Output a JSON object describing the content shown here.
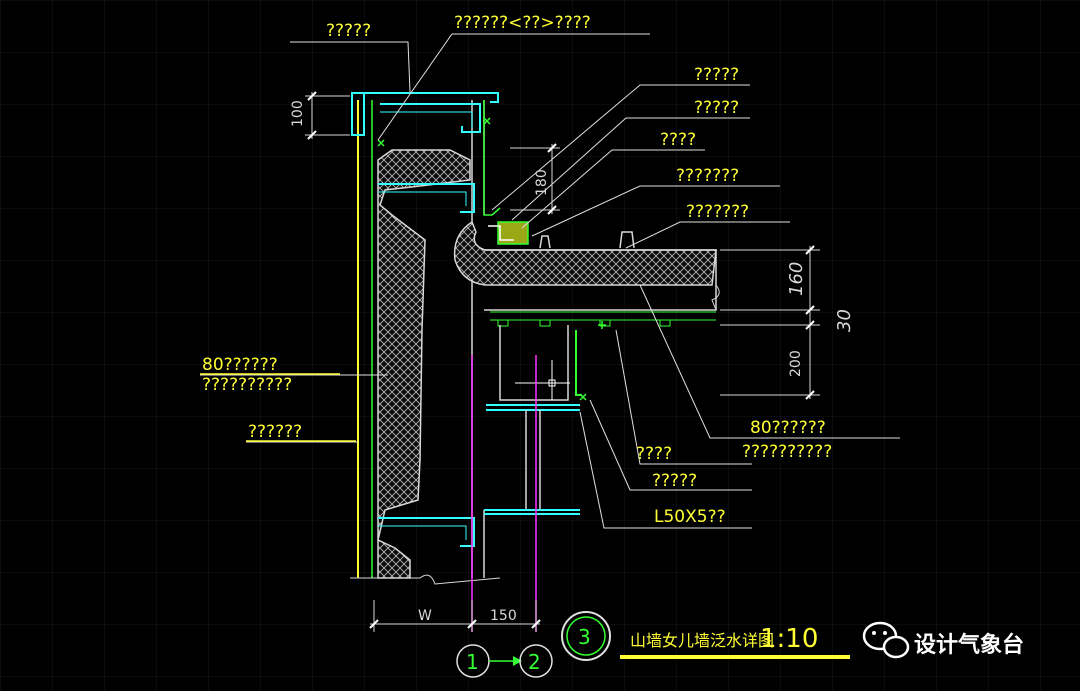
{
  "drawing": {
    "labels": {
      "top_left": "?????",
      "top_right": "??????<??>????",
      "r1": "?????",
      "r2": "?????",
      "r3": "????",
      "r4": "???????",
      "r5": "???????",
      "left1a": "80??????",
      "left1b": "??????????",
      "left2": "??????",
      "roof1a": "80??????",
      "roof1b": "??????????",
      "b1": "????",
      "b2": "?????",
      "angle": "L50X5??"
    },
    "dimensions": {
      "d100": "100",
      "d180": "180",
      "d160": "160",
      "d30": "30",
      "d200": "200",
      "dW": "W",
      "d150": "150"
    },
    "axes": {
      "a1": "1",
      "a2": "2"
    },
    "detail": {
      "number": "3",
      "title": "山墙女儿墙泛水详图",
      "scale": "1:10"
    }
  },
  "watermark": {
    "text": "设计气象台",
    "icon": "wechat-icon"
  },
  "colors": {
    "background": "#000000",
    "label": "#ffff33",
    "leader": "#e0e0e0",
    "panel": "#d8d8d8",
    "flashing": "#33ff33",
    "purlin": "#33ffff",
    "axis": "#ff33ff",
    "grid": "#151515"
  }
}
